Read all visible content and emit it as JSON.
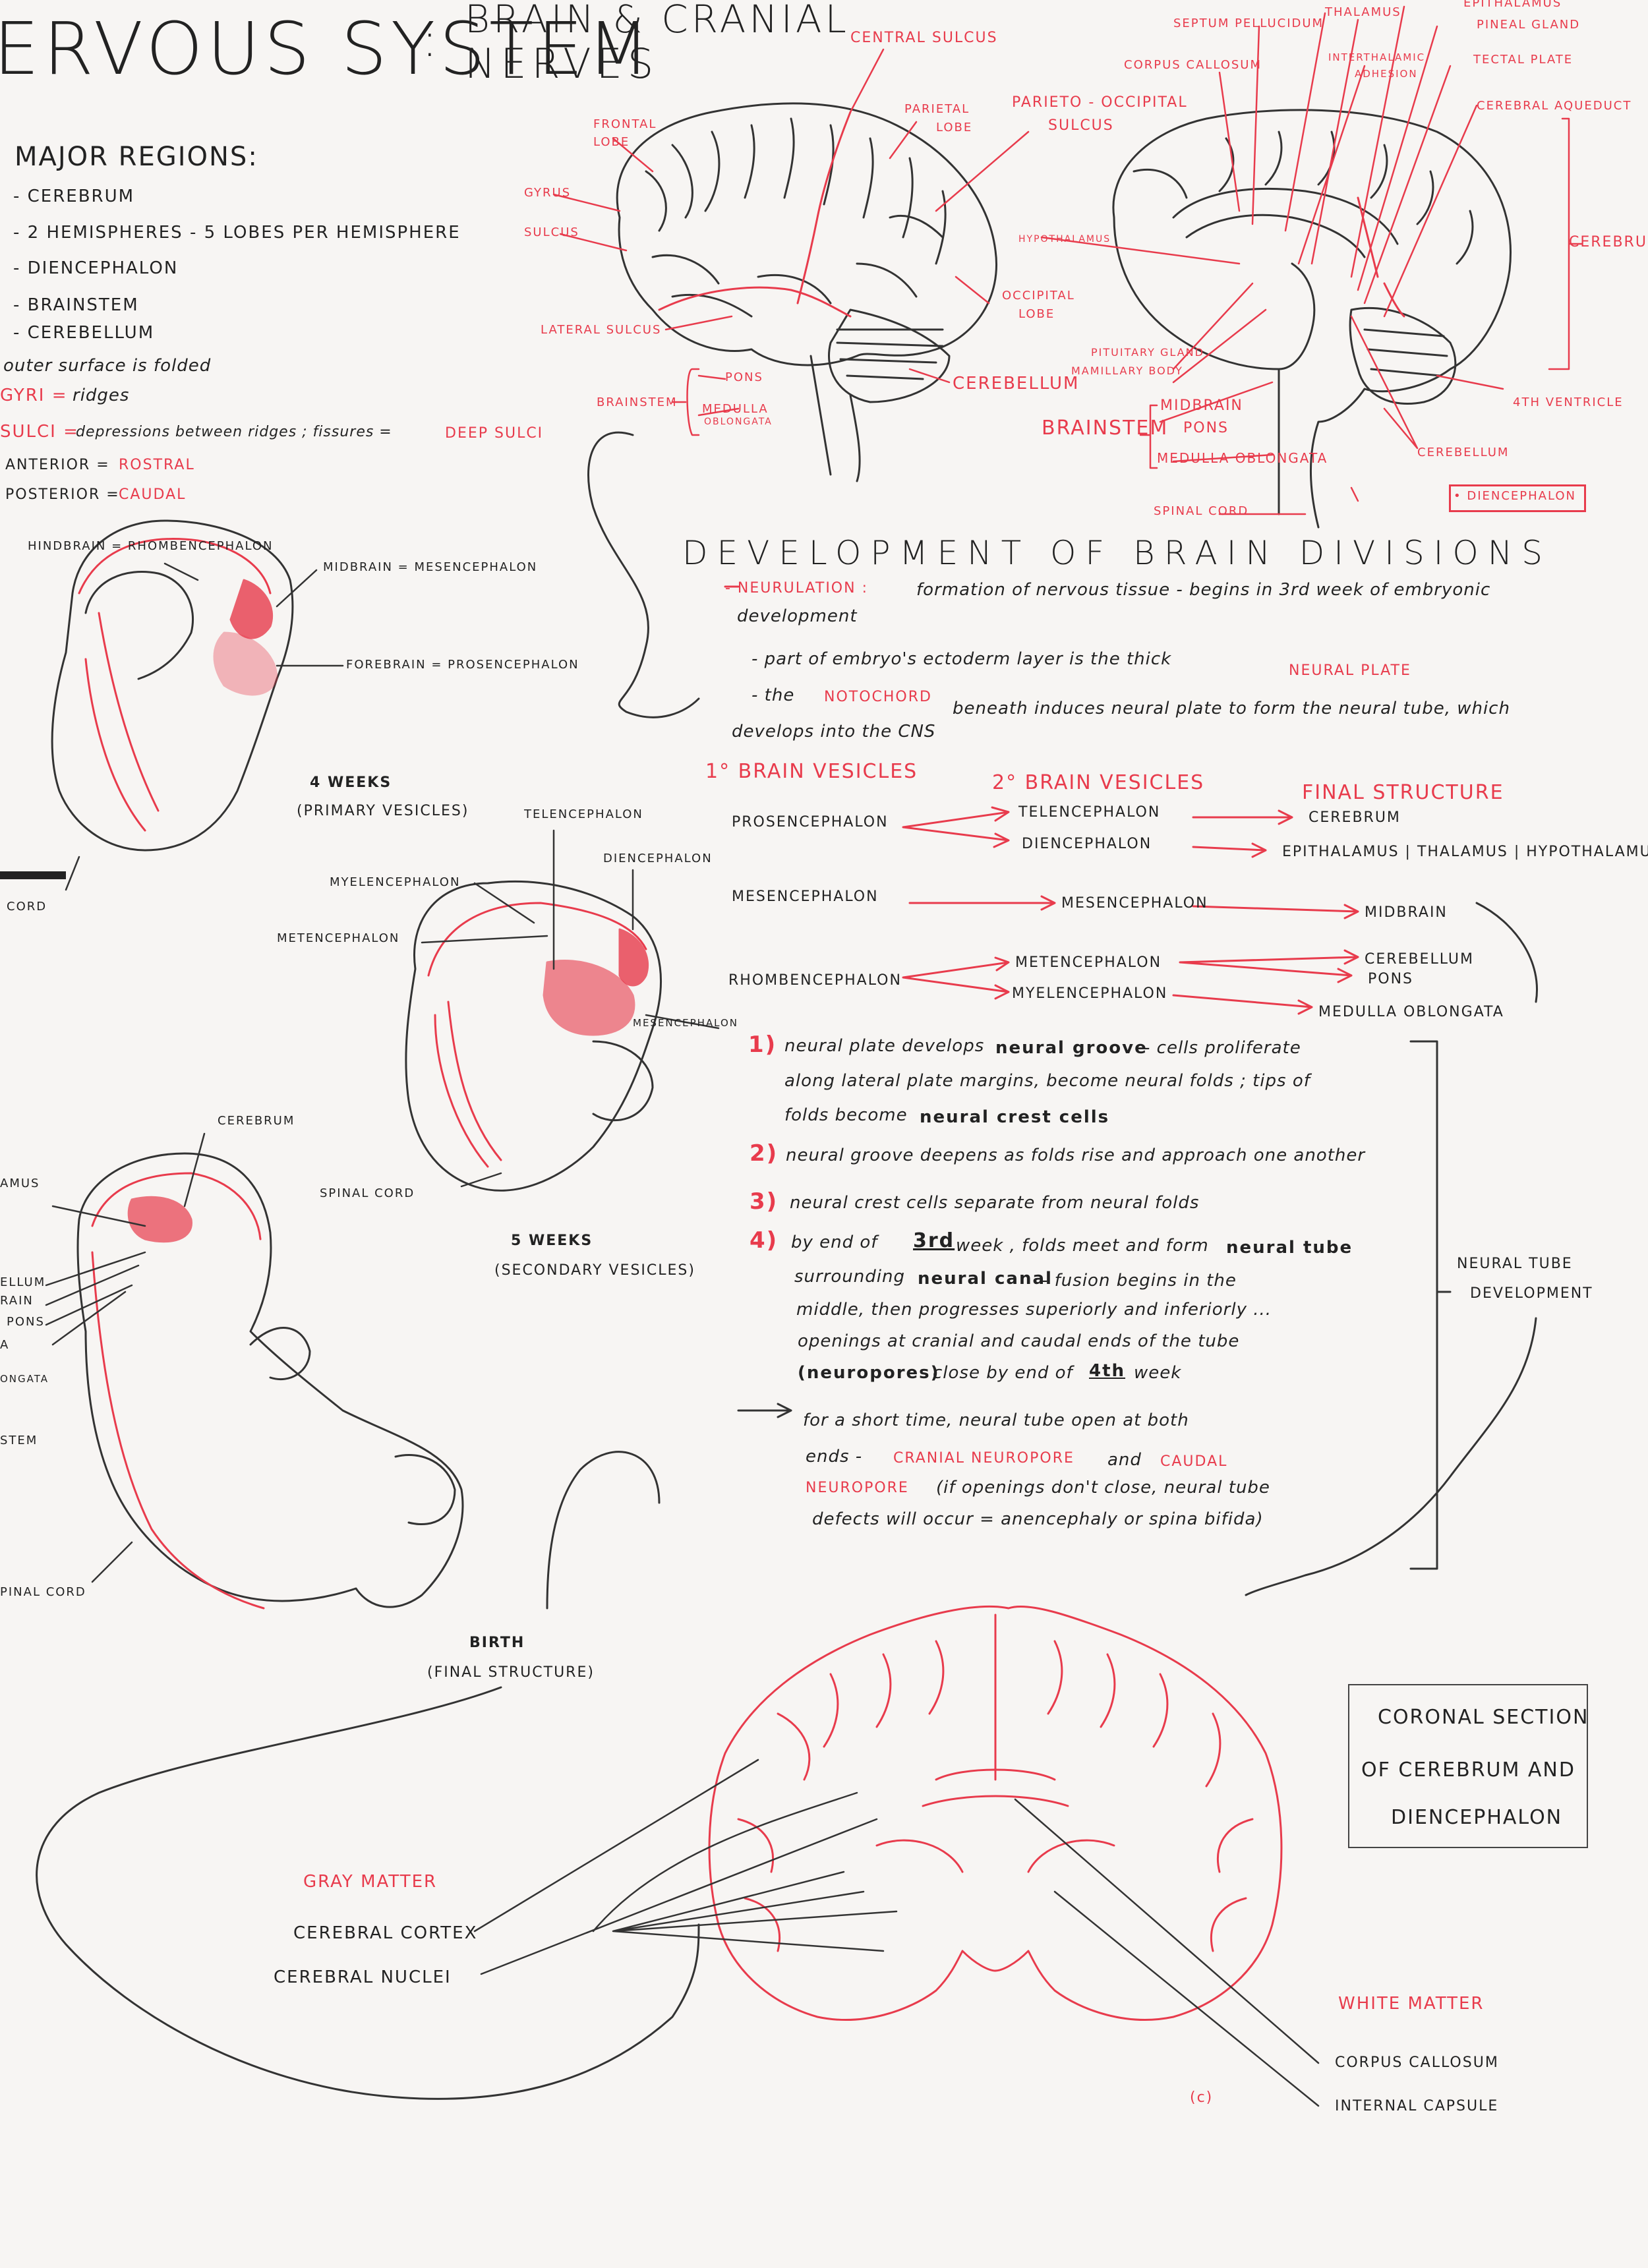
{
  "colors": {
    "ink": "#222222",
    "red": "#e83b4c",
    "paper": "#f7f5f3"
  },
  "header": {
    "title": "ERVOUS SYSTEM",
    "colon": ":",
    "subtitle_line1": "BRAIN & CRANIAL",
    "subtitle_line2": "NERVES"
  },
  "major": {
    "title": "MAJOR REGIONS:",
    "items": [
      "- CEREBRUM",
      "- 2 HEMISPHERES - 5 LOBES PER HEMISPHERE",
      "- DIENCEPHALON",
      "- BRAINSTEM",
      "- CEREBELLUM"
    ],
    "outer": "outer surface is folded",
    "gyri_k": "GYRI =",
    "gyri_v": "ridges",
    "sulci_k": "SULCI =",
    "sulci_v": "depressions between ridges ; fissures =",
    "sulci_deep": "DEEP SULCI",
    "ant_k": "ANTERIOR =",
    "ant_v": "ROSTRAL",
    "post_k": "POSTERIOR =",
    "post_v": "CAUDAL"
  },
  "lateral": {
    "central": "CENTRAL SULCUS",
    "parietal": "PARIETAL",
    "lobe1": "LOBE",
    "frontal": "FRONTAL",
    "lobe2": "LOBE",
    "pos1": "PARIETO - OCCIPITAL",
    "pos2": "SULCUS",
    "gyrus": "GYRUS",
    "sulcus": "SULCUS",
    "occ1": "OCCIPITAL",
    "occ2": "LOBE",
    "lat": "LATERAL SULCUS",
    "cereb": "CEREBELLUM",
    "brainstem": "BRAINSTEM",
    "pons": "PONS",
    "med1": "MEDULLA",
    "med2": "OBLONGATA"
  },
  "sagittal": {
    "septum": "SEPTUM PELLUCIDUM",
    "thalamus": "THALAMUS",
    "epith": "EPITHALAMUS",
    "pineal": "PINEAL GLAND",
    "corpus": "CORPUS CALLOSUM",
    "inter1": "INTERTHALAMIC",
    "inter2": "ADHESION",
    "tectal": "TECTAL PLATE",
    "aqueduct": "CEREBRAL AQUEDUCT",
    "cerebrum": "CEREBRUM",
    "hypo": "HYPOTHALAMUS",
    "pit": "PITUITARY GLAND",
    "mam": "MAMILLARY BODY",
    "brainstem": "BRAINSTEM",
    "mid": "MIDBRAIN",
    "pons": "PONS",
    "med": "MEDULLA OBLONGATA",
    "ventricle": "4TH VENTRICLE",
    "cerebellum": "CEREBELLUM",
    "cord": "SPINAL CORD",
    "dien": "• DIENCEPHALON"
  },
  "dev": {
    "title": "DEVELOPMENT OF BRAIN DIVISIONS",
    "neur_k": "- NEURULATION :",
    "neur_v": "formation of nervous tissue - begins in 3rd week of embryonic",
    "neur_v2": "development",
    "part_a": "- part of embryo's ectoderm layer is the thick",
    "part_b": "NEURAL PLATE",
    "noto_a": "- the",
    "noto_b": "NOTOCHORD",
    "noto_c": "beneath induces neural plate to form the neural tube, which",
    "noto_d": "develops into the CNS"
  },
  "vesicles": {
    "h1": "1° BRAIN VESICLES",
    "h2": "2° BRAIN VESICLES",
    "h3": "FINAL STRUCTURE",
    "pros": "PROSENCEPHALON",
    "telen": "TELENCEPHALON",
    "cerebrum": "CEREBRUM",
    "dien": "DIENCEPHALON",
    "epi": "EPITHALAMUS | THALAMUS | HYPOTHALAMUS",
    "mesen": "MESENCEPHALON",
    "mesen2": "MESENCEPHALON",
    "midbrain": "MIDBRAIN",
    "rhomb": "RHOMBENCEPHALON",
    "meten": "METENCEPHALON",
    "cerebellum": "CEREBELLUM",
    "pons": "PONS",
    "myelen": "MYELENCEPHALON",
    "medulla": "MEDULLA OBLONGATA"
  },
  "steps": {
    "n1": "1)",
    "s1a": "neural plate develops",
    "s1b": "neural groove",
    "s1c": "- cells proliferate",
    "s1d": "along lateral plate margins, become neural folds ; tips of",
    "s1e": "folds become",
    "s1f": "neural crest cells",
    "n2": "2)",
    "s2": "neural groove deepens as folds rise and approach one another",
    "n3": "3)",
    "s3": "neural crest cells separate from neural folds",
    "n4": "4)",
    "s4a": "by end of",
    "s4b": "3rd",
    "s4c": "week , folds meet and form",
    "s4d": "neural tube",
    "s4e": "surrounding",
    "s4f": "neural canal",
    "s4g": "- fusion begins in the",
    "s4h": "middle, then progresses superiorly and inferiorly ...",
    "s4i": "openings at cranial and caudal ends of the tube",
    "s4j": "(neuropores)",
    "s4k": "close by end of",
    "s4l": "4th",
    "s4m": "week",
    "s5a": "for a short time, neural tube open at both",
    "s5b": "ends -",
    "s5c": "CRANIAL NEUROPORE",
    "s5d": "and",
    "s5e": "CAUDAL",
    "s5f": "NEUROPORE",
    "s5g": "(if openings don't close, neural tube",
    "s5h": "defects will occur = anencephaly or spina bifida)",
    "bracket1": "NEURAL TUBE",
    "bracket2": "DEVELOPMENT"
  },
  "embryo": {
    "hind": "HINDBRAIN = RHOMBENCEPHALON",
    "mid": "MIDBRAIN = MESENCEPHALON",
    "fore": "FOREBRAIN = PROSENCEPHALON",
    "w4": "4 WEEKS",
    "w4s": "(PRIMARY VESICLES)",
    "cord": "CORD",
    "telen": "TELENCEPHALON",
    "dien": "DIENCEPHALON",
    "myelen": "MYELENCEPHALON",
    "meten": "METENCEPHALON",
    "mesen": "MESENCEPHALON",
    "spinal": "SPINAL CORD",
    "w5": "5 WEEKS",
    "w5s": "(SECONDARY VESICLES)",
    "cerebrum": "CEREBRUM",
    "amus": "AMUS",
    "ellum": "ELLUM",
    "rain": "RAIN",
    "pons": "PONS",
    "a": "A",
    "ongata": "ONGATA",
    "stem": "STEM",
    "pinal": "PINAL CORD",
    "birth": "BIRTH",
    "birth_s": "(FINAL STRUCTURE)"
  },
  "coronal": {
    "box1": "CORONAL SECTION",
    "box2": "OF CEREBRUM AND",
    "box3": "DIENCEPHALON",
    "gray": "GRAY MATTER",
    "cortex": "CEREBRAL CORTEX",
    "nuclei": "CEREBRAL NUCLEI",
    "white": "WHITE MATTER",
    "corpus": "CORPUS CALLOSUM",
    "capsule": "INTERNAL CAPSULE",
    "mark": "(c)"
  }
}
